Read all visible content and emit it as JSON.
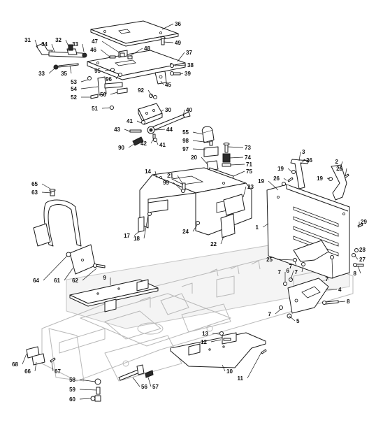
{
  "callouts": [
    {
      "label": "1"
    },
    {
      "label": "2"
    },
    {
      "label": "3"
    },
    {
      "label": "4"
    },
    {
      "label": "5"
    },
    {
      "label": "6"
    },
    {
      "label": "7"
    },
    {
      "label": "7"
    },
    {
      "label": "7"
    },
    {
      "label": "7"
    },
    {
      "label": "7"
    },
    {
      "label": "8"
    },
    {
      "label": "8"
    },
    {
      "label": "9"
    },
    {
      "label": "10"
    },
    {
      "label": "11"
    },
    {
      "label": "12"
    },
    {
      "label": "13"
    },
    {
      "label": "14"
    },
    {
      "label": "17"
    },
    {
      "label": "18"
    },
    {
      "label": "19"
    },
    {
      "label": "19"
    },
    {
      "label": "19"
    },
    {
      "label": "20"
    },
    {
      "label": "21"
    },
    {
      "label": "22"
    },
    {
      "label": "23"
    },
    {
      "label": "24"
    },
    {
      "label": "25"
    },
    {
      "label": "26"
    },
    {
      "label": "26"
    },
    {
      "label": "26"
    },
    {
      "label": "27"
    },
    {
      "label": "28"
    },
    {
      "label": "29"
    },
    {
      "label": "30"
    },
    {
      "label": "31"
    },
    {
      "label": "32"
    },
    {
      "label": "33"
    },
    {
      "label": "33"
    },
    {
      "label": "34"
    },
    {
      "label": "35"
    },
    {
      "label": "36"
    },
    {
      "label": "37"
    },
    {
      "label": "38"
    },
    {
      "label": "39"
    },
    {
      "label": "40"
    },
    {
      "label": "41"
    },
    {
      "label": "41"
    },
    {
      "label": "42"
    },
    {
      "label": "43"
    },
    {
      "label": "44"
    },
    {
      "label": "45"
    },
    {
      "label": "46"
    },
    {
      "label": "47"
    },
    {
      "label": "48"
    },
    {
      "label": "49"
    },
    {
      "label": "50"
    },
    {
      "label": "51"
    },
    {
      "label": "52"
    },
    {
      "label": "53"
    },
    {
      "label": "54"
    },
    {
      "label": "55"
    },
    {
      "label": "56"
    },
    {
      "label": "57"
    },
    {
      "label": "58"
    },
    {
      "label": "59"
    },
    {
      "label": "60"
    },
    {
      "label": "61"
    },
    {
      "label": "62"
    },
    {
      "label": "63"
    },
    {
      "label": "64"
    },
    {
      "label": "65"
    },
    {
      "label": "66"
    },
    {
      "label": "67"
    },
    {
      "label": "68"
    },
    {
      "label": "71"
    },
    {
      "label": "73"
    },
    {
      "label": "74"
    },
    {
      "label": "75"
    },
    {
      "label": "90"
    },
    {
      "label": "92"
    },
    {
      "label": "95"
    },
    {
      "label": "96"
    },
    {
      "label": "97"
    },
    {
      "label": "98"
    },
    {
      "label": "99"
    }
  ]
}
